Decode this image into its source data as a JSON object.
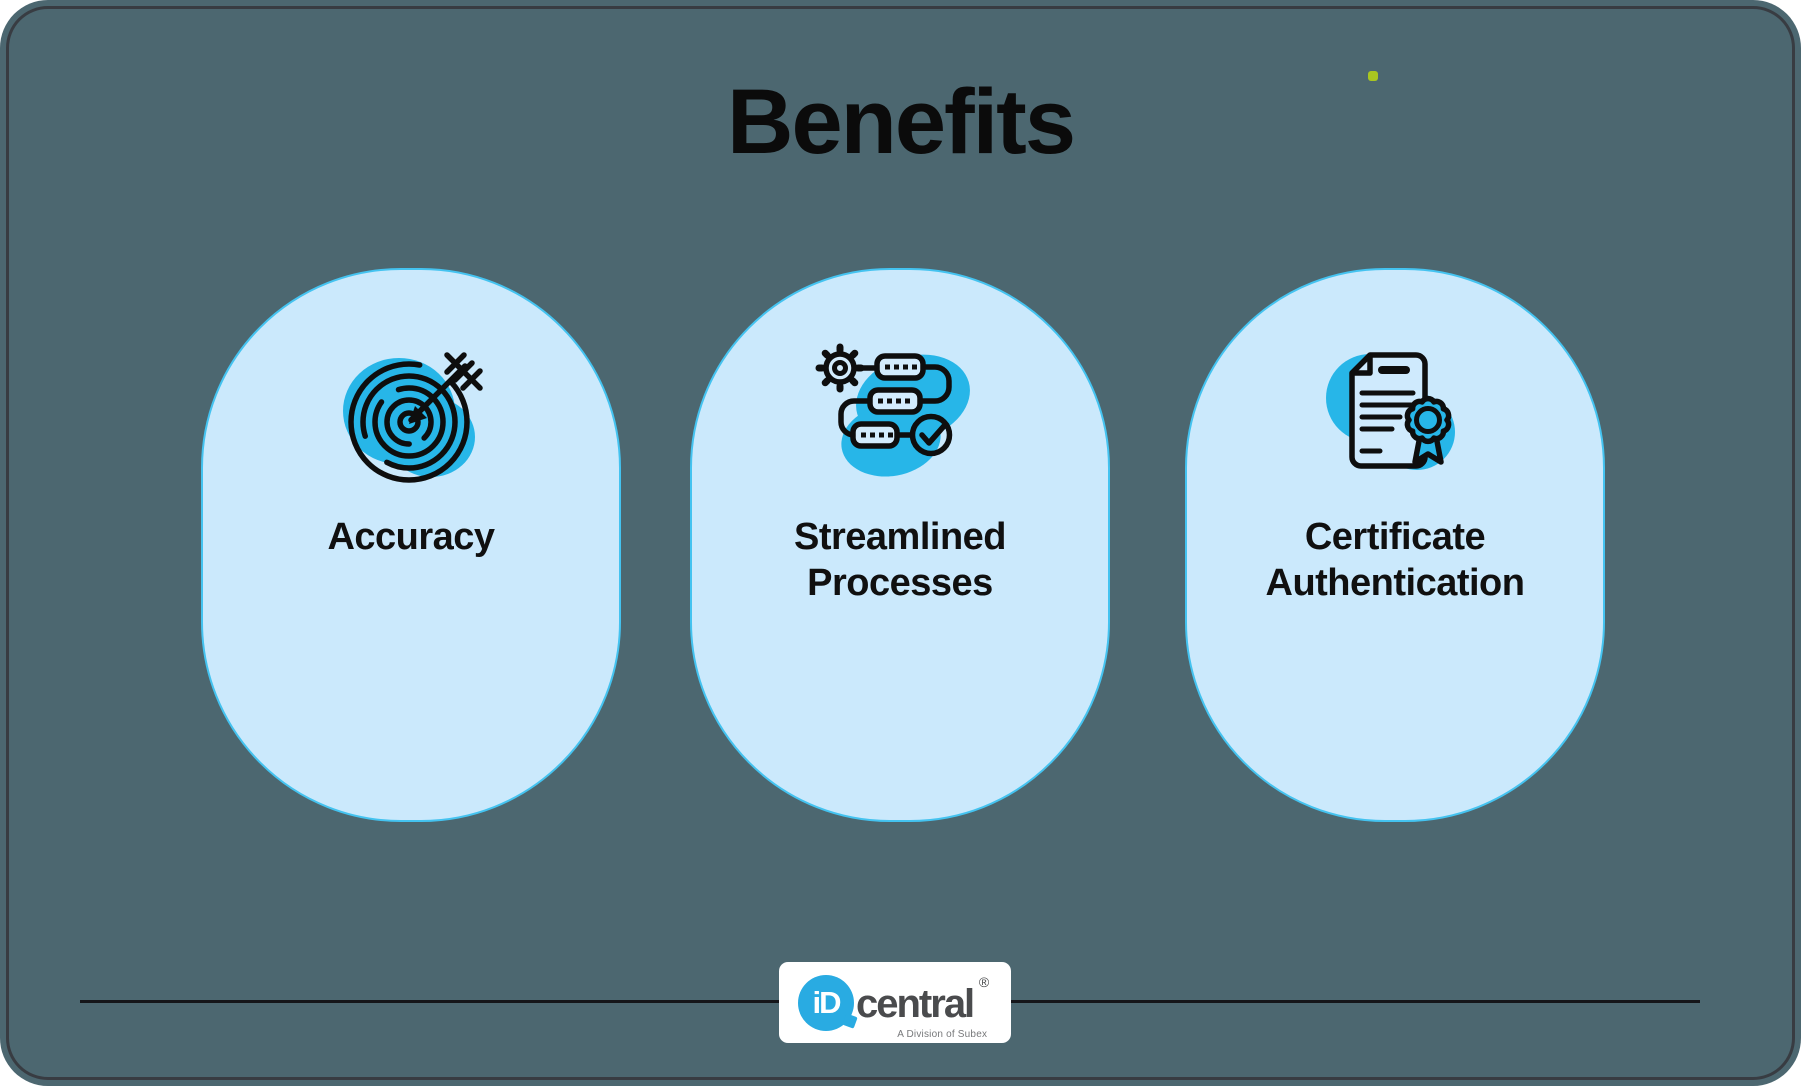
{
  "title": "Benefits",
  "cards": [
    {
      "id": "accuracy",
      "label": "Accuracy",
      "icon": "target-arrow-icon"
    },
    {
      "id": "streamlined-processes",
      "label": "Streamlined Processes",
      "icon": "process-flow-icon"
    },
    {
      "id": "certificate-authentication",
      "label": "Certificate Authentication",
      "icon": "certificate-seal-icon"
    }
  ],
  "logo": {
    "brand_circle_text": "iD",
    "brand_text": "central",
    "registered_mark": "®",
    "tagline": "A Division of Subex"
  },
  "colors": {
    "background": "#4c6770",
    "frame_border": "#383c42",
    "card_fill": "#cbe9fc",
    "card_border": "#44c3f0",
    "icon_accent": "#27b6e8",
    "icon_stroke": "#0e0e0e",
    "title_text": "#0b0b0b",
    "accent_dot": "#a9c620",
    "divider": "#15161a",
    "logo_blue": "#29abe2",
    "logo_gray": "#4a4b4d"
  }
}
